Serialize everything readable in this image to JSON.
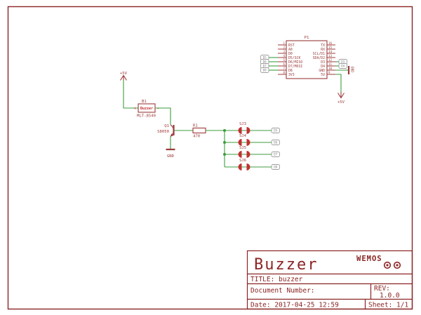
{
  "palette": {
    "frame_maroon": "#8b2424",
    "symbol_red": "#9c3b3b",
    "jumper_red": "#c32f2f",
    "wire_green": "#3c9e3c",
    "port_gray": "#9e9e9e",
    "background": "#ffffff"
  },
  "labels": {
    "plus5v": "+5V",
    "gnd": "GND"
  },
  "buzzer": {
    "ref": "B1",
    "name": "Buzzer",
    "value": "MLT-8540",
    "plus": "+",
    "minus": "-"
  },
  "transistor": {
    "ref": "Q1",
    "value": "S8050"
  },
  "resistor": {
    "ref": "R1",
    "value": "470"
  },
  "jumpers": [
    {
      "ref": "SJ3",
      "port": "D5"
    },
    {
      "ref": "SJ4",
      "port": "D6"
    },
    {
      "ref": "SJ5",
      "port": "D7"
    },
    {
      "ref": "SJ6",
      "port": "D8"
    }
  ],
  "ic": {
    "ref": "P1",
    "left_pins": [
      {
        "num": "1",
        "name": "RST"
      },
      {
        "num": "2",
        "name": "A0"
      },
      {
        "num": "3",
        "name": "D0"
      },
      {
        "num": "4",
        "name": "D5/SCK"
      },
      {
        "num": "5",
        "name": "D6/MISO"
      },
      {
        "num": "6",
        "name": "D7/MOSI"
      },
      {
        "num": "7",
        "name": "D8"
      },
      {
        "num": "8",
        "name": "3V3"
      }
    ],
    "right_pins": [
      {
        "num": "16",
        "name": "TX"
      },
      {
        "num": "15",
        "name": "RX"
      },
      {
        "num": "14",
        "name": "SCL/D1"
      },
      {
        "num": "13",
        "name": "SDA/D2"
      },
      {
        "num": "12",
        "name": "D3"
      },
      {
        "num": "11",
        "name": "D4"
      },
      {
        "num": "10",
        "name": "GND"
      },
      {
        "num": "9",
        "name": "5V"
      }
    ],
    "left_ports": [
      "D5",
      "D6",
      "D7",
      "D8"
    ],
    "right_ports": [
      "D3",
      "D4"
    ]
  },
  "title_block": {
    "title": "Buzzer",
    "brand": "WEMOS",
    "title_line": "TITLE: buzzer",
    "document_label": "Document Number:",
    "rev_label": "REV:",
    "rev_value": "1.0.0",
    "date_line": "Date: 2017-04-25 12:59",
    "sheet_line": "Sheet: 1/1"
  }
}
